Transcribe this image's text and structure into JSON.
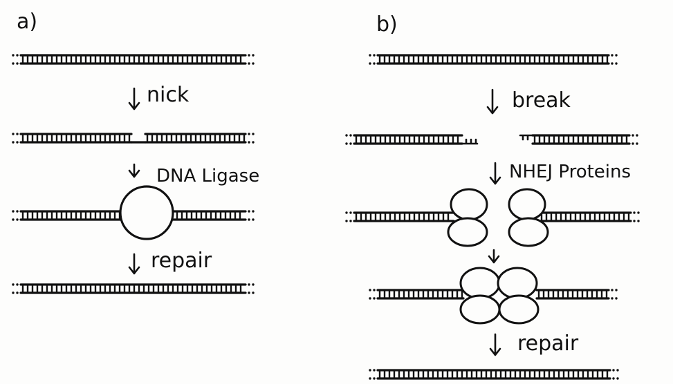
{
  "panel_a": {
    "label": "a)",
    "steps": {
      "nick": "nick",
      "ligase": "DNA Ligase",
      "repair": "repair"
    }
  },
  "panel_b": {
    "label": "b)",
    "steps": {
      "break": "break",
      "nhej": "NHEJ Proteins",
      "repair": "repair"
    }
  },
  "colors": {
    "ink": "#111111",
    "paper": "#fdfdfc"
  }
}
